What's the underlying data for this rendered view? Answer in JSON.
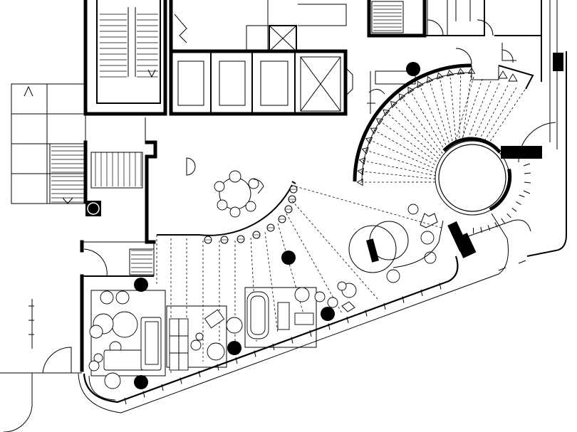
{
  "drawing": {
    "type": "architectural floor plan",
    "style": "black line drawing on white",
    "colors": {
      "line": "#000000",
      "background": "#ffffff",
      "fill": "#000000"
    }
  },
  "features": {
    "stairs": [
      "stair-core-top",
      "stair-exterior-left",
      "stair-small-left",
      "stair-top-right",
      "stair-lower-left"
    ],
    "elevators": 4,
    "spiral_staircase": "curved-feature-stair",
    "round_core": "circular-lift",
    "columns": 8,
    "lounge_zones": 4,
    "dining_table": "round-table-with-chairs"
  }
}
